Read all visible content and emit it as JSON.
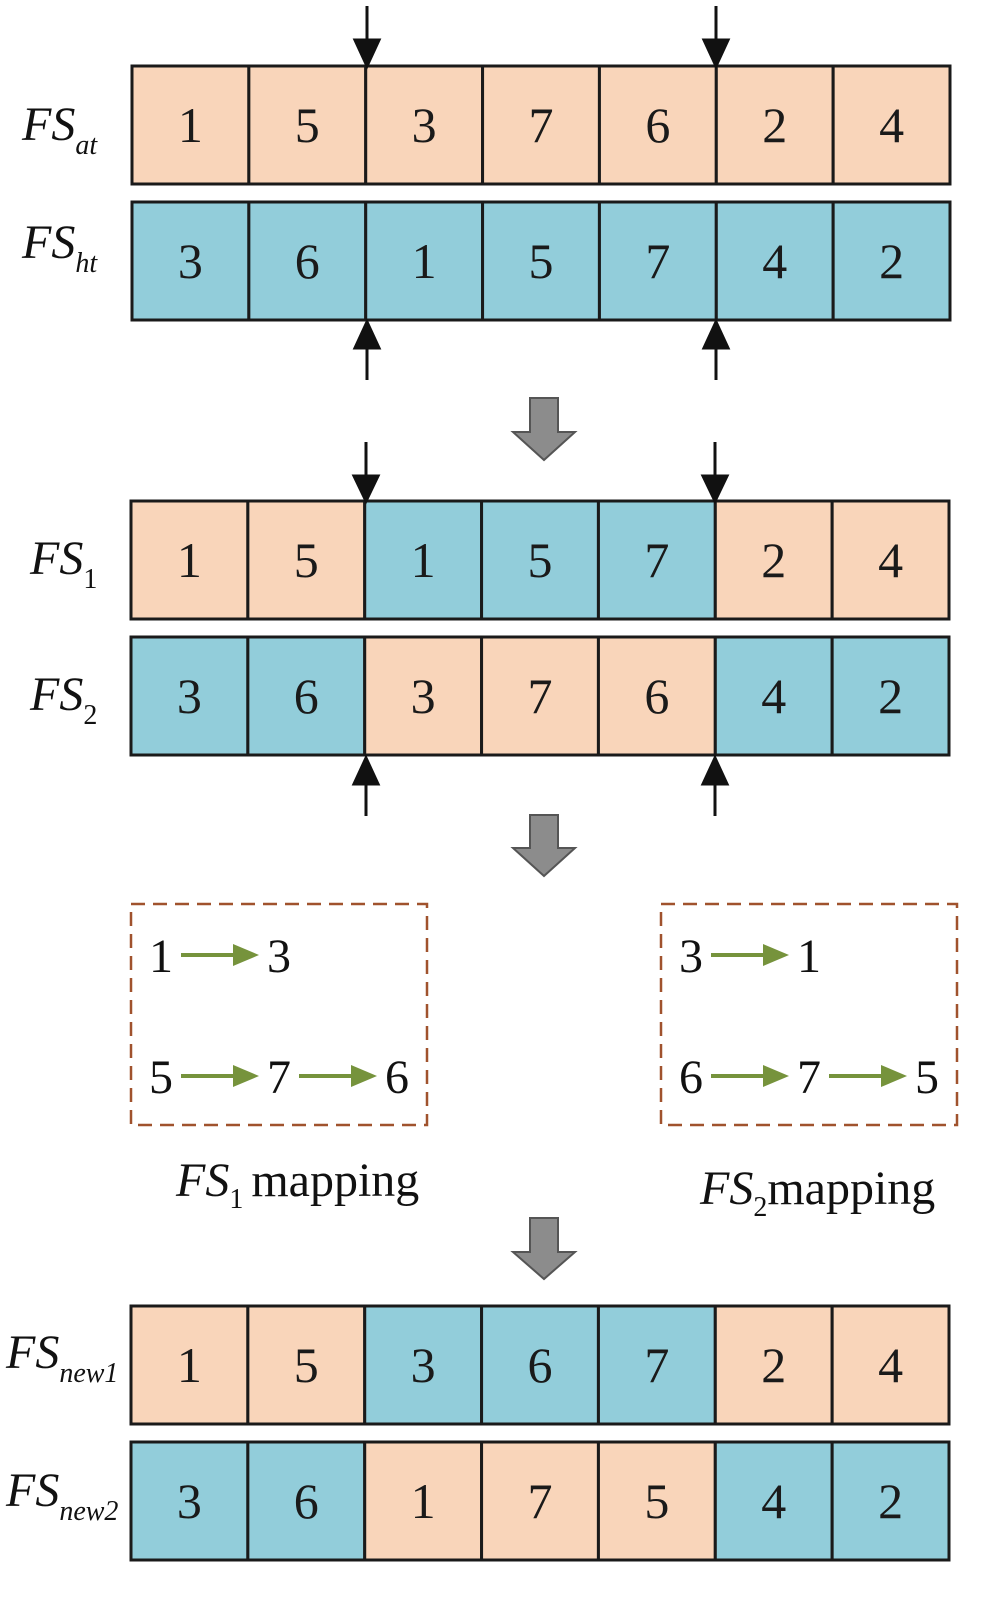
{
  "colors": {
    "parent_a": "#F9D5BA",
    "parent_b": "#92CDDA",
    "cell_border": "#1a1a1a",
    "mapping_arrow": "#76933C",
    "mapping_box": "#A0522D",
    "flow_arrow": "#8C8C8C"
  },
  "rows": [
    {
      "label_main": "FS",
      "label_sub": "at",
      "values": [
        "1",
        "5",
        "3",
        "7",
        "6",
        "2",
        "4"
      ],
      "colors": [
        "a",
        "a",
        "a",
        "a",
        "a",
        "a",
        "a"
      ]
    },
    {
      "label_main": "FS",
      "label_sub": "ht",
      "values": [
        "3",
        "6",
        "1",
        "5",
        "7",
        "4",
        "2"
      ],
      "colors": [
        "b",
        "b",
        "b",
        "b",
        "b",
        "b",
        "b"
      ]
    },
    {
      "label_main": "FS",
      "label_sub": "1",
      "values": [
        "1",
        "5",
        "1",
        "5",
        "7",
        "2",
        "4"
      ],
      "colors": [
        "a",
        "a",
        "b",
        "b",
        "b",
        "a",
        "a"
      ]
    },
    {
      "label_main": "FS",
      "label_sub": "2",
      "values": [
        "3",
        "6",
        "3",
        "7",
        "6",
        "4",
        "2"
      ],
      "colors": [
        "b",
        "b",
        "a",
        "a",
        "a",
        "b",
        "b"
      ]
    },
    {
      "label_main": "FS",
      "label_sub": "new1",
      "values": [
        "1",
        "5",
        "3",
        "6",
        "7",
        "2",
        "4"
      ],
      "colors": [
        "a",
        "a",
        "b",
        "b",
        "b",
        "a",
        "a"
      ]
    },
    {
      "label_main": "FS",
      "label_sub": "new2",
      "values": [
        "3",
        "6",
        "1",
        "7",
        "5",
        "4",
        "2"
      ],
      "colors": [
        "b",
        "b",
        "a",
        "a",
        "a",
        "b",
        "b"
      ]
    }
  ],
  "mappings": [
    {
      "chains": [
        [
          "1",
          "3"
        ],
        [
          "5",
          "7",
          "6"
        ]
      ],
      "caption_main": "FS",
      "caption_sub": "1",
      "caption_word": "mapping"
    },
    {
      "chains": [
        [
          "3",
          "1"
        ],
        [
          "6",
          "7",
          "5"
        ]
      ],
      "caption_main": "FS",
      "caption_sub": "2",
      "caption_word": "mapping"
    }
  ]
}
